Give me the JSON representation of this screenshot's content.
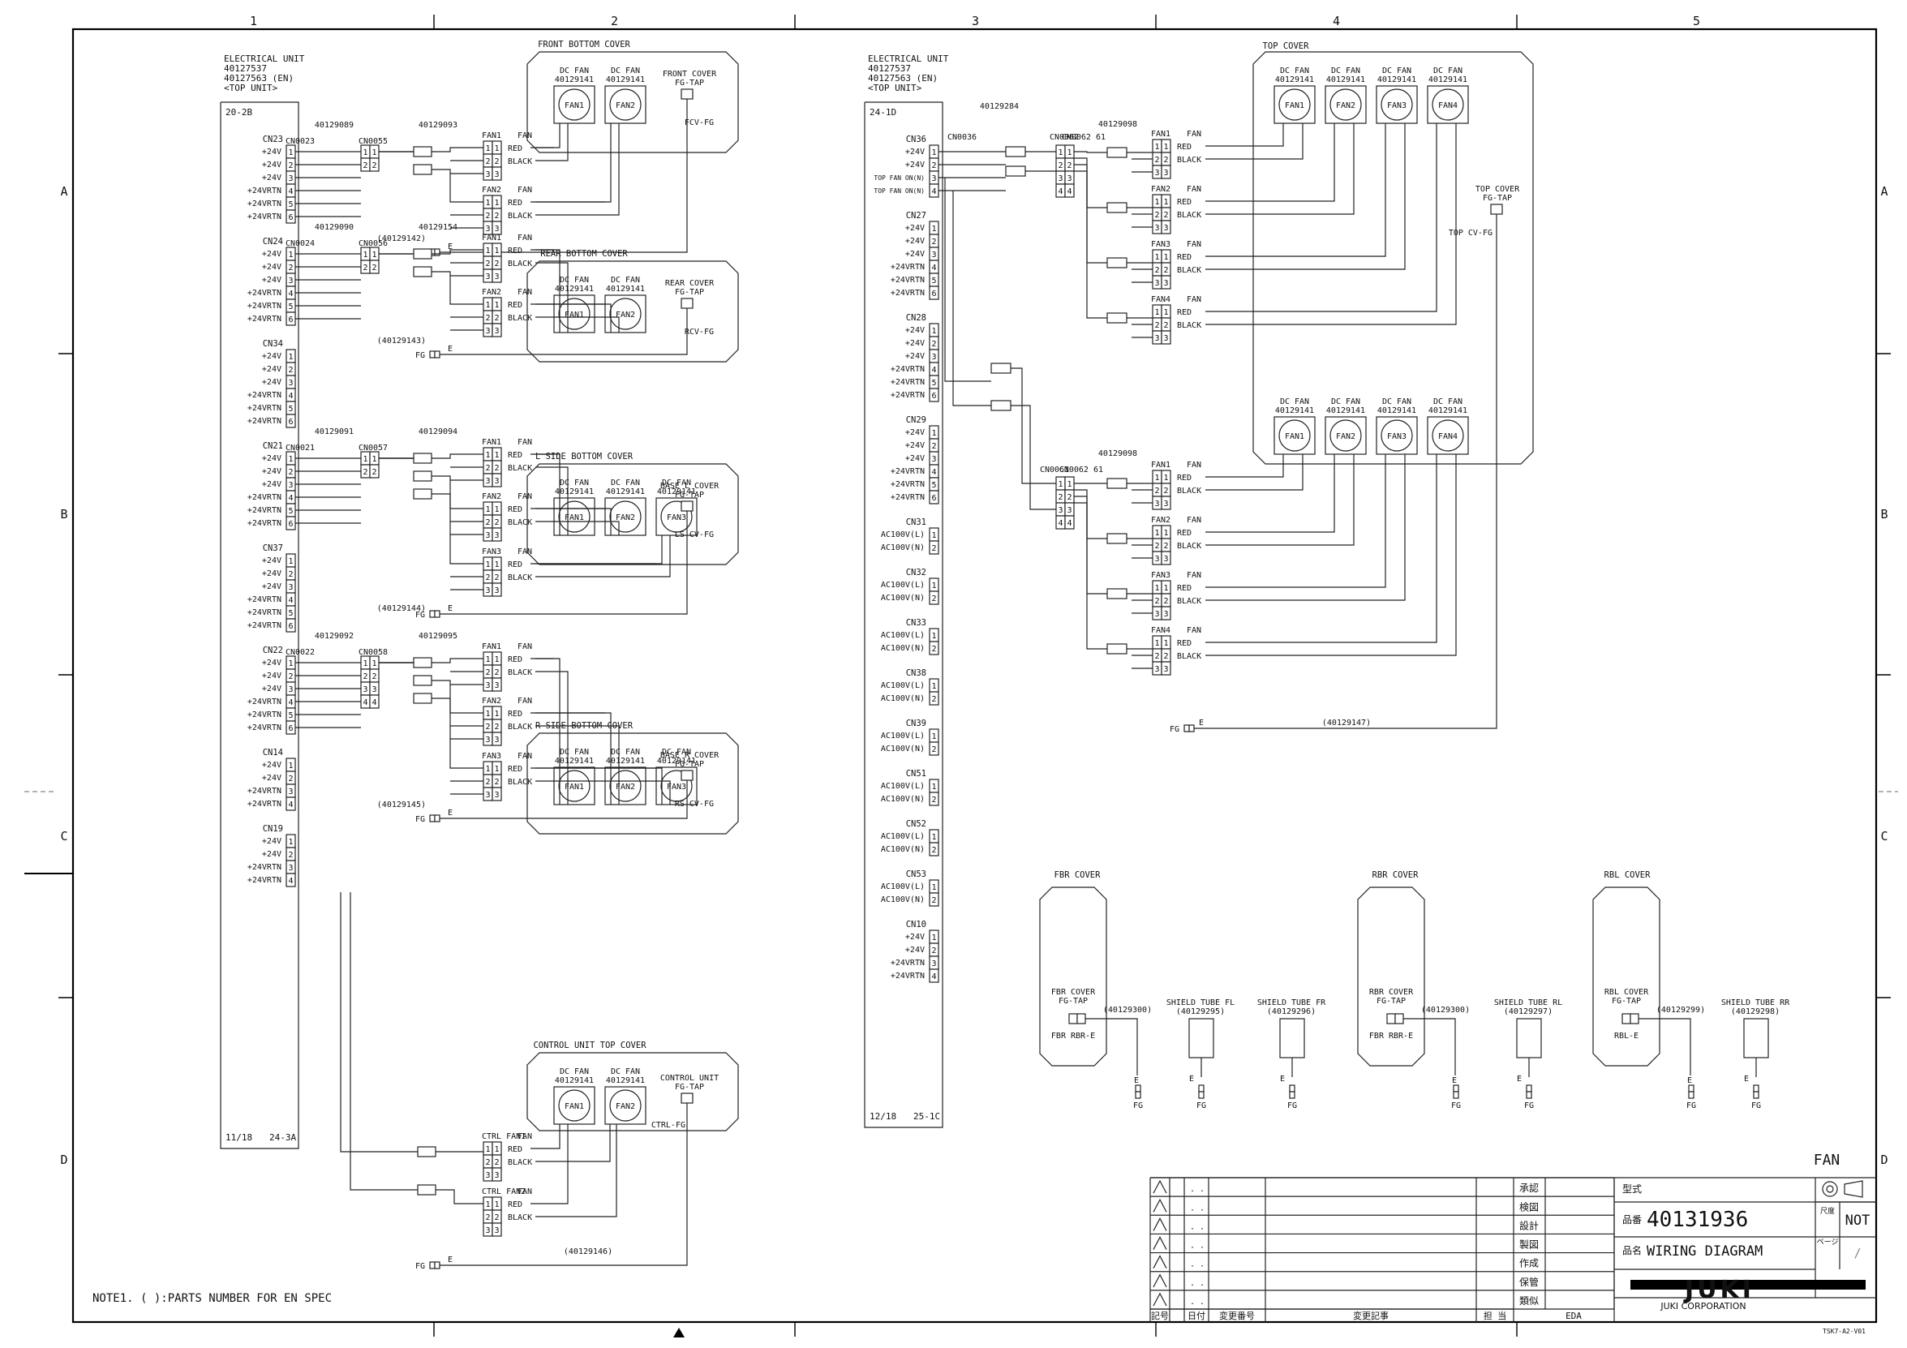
{
  "drawing": {
    "title": "FAN",
    "note": "NOTE1. ( ):PARTS NUMBER FOR EN SPEC",
    "zones_h": [
      "1",
      "2",
      "3",
      "4",
      "5"
    ],
    "zones_v": [
      "A",
      "B",
      "C",
      "D"
    ],
    "code": "TSK7-A2-V01"
  },
  "units": [
    {
      "title": "ELECTRICAL UNIT",
      "pn1": "40127537",
      "pn2": "40127563 (EN)",
      "sub": "<TOP UNIT>",
      "ref_top": "20-2B",
      "ref_bottom": "24-3A",
      "page": "11/18"
    },
    {
      "title": "ELECTRICAL UNIT",
      "pn1": "40127537",
      "pn2": "40127563 (EN)",
      "sub": "<TOP UNIT>",
      "ref_top": "24-1D",
      "ref_bottom": "25-1C",
      "page": "12/18"
    }
  ],
  "pins24": [
    "+24V",
    "+24V",
    "+24V",
    "+24VRTN",
    "+24VRTN",
    "+24VRTN"
  ],
  "pins14": [
    "+24V",
    "+24V",
    "+24VRTN",
    "+24VRTN"
  ],
  "pinsTop": [
    "+24V",
    "+24V",
    "TOP FAN ON(N)",
    "TOP FAN ON(N)"
  ],
  "pinsAC": [
    "AC100V(L)",
    "AC100V(N)"
  ],
  "left_connectors": [
    {
      "cn": "CN23",
      "type": "6"
    },
    {
      "cn": "CN24",
      "type": "6"
    },
    {
      "cn": "CN34",
      "type": "6"
    },
    {
      "cn": "CN21",
      "type": "6"
    },
    {
      "cn": "CN37",
      "type": "6"
    },
    {
      "cn": "CN22",
      "type": "6"
    },
    {
      "cn": "CN14",
      "type": "4"
    },
    {
      "cn": "CN19",
      "type": "4"
    }
  ],
  "right_connectors": [
    {
      "cn": "CN36",
      "type": "top"
    },
    {
      "cn": "CN27",
      "type": "6"
    },
    {
      "cn": "CN28",
      "type": "6"
    },
    {
      "cn": "CN29",
      "type": "6"
    },
    {
      "cn": "CN31",
      "type": "ac"
    },
    {
      "cn": "CN32",
      "type": "ac"
    },
    {
      "cn": "CN33",
      "type": "ac"
    },
    {
      "cn": "CN38",
      "type": "ac"
    },
    {
      "cn": "CN39",
      "type": "ac"
    },
    {
      "cn": "CN51",
      "type": "ac"
    },
    {
      "cn": "CN52",
      "type": "ac"
    },
    {
      "cn": "CN53",
      "type": "ac"
    },
    {
      "cn": "CN10",
      "type": "4"
    }
  ],
  "cables": [
    {
      "harness": "40129089",
      "cn1": "CN0023",
      "cn2": "CN0055",
      "pn": "40129093"
    },
    {
      "harness": "40129090",
      "cn1": "CN0024",
      "cn2": "CN0056",
      "pn": "40129154"
    },
    {
      "harness": "40129091",
      "cn1": "CN0021",
      "cn2": "CN0057",
      "pn": "40129094"
    },
    {
      "harness": "40129092",
      "cn1": "CN0022",
      "cn2": "CN0058",
      "pn": "40129095"
    }
  ],
  "covers": [
    {
      "title": "FRONT BOTTOM COVER",
      "tap1": "FRONT COVER",
      "tap2": "FG-TAP",
      "fg": "FCV-FG",
      "ref": "(40129142)"
    },
    {
      "title": "REAR BOTTOM COVER",
      "tap1": "REAR COVER",
      "tap2": "FG-TAP",
      "fg": "RCV-FG",
      "ref": "(40129143)"
    },
    {
      "title": "L SIDE BOTTOM COVER",
      "tap1": "BASE L COVER",
      "tap2": "FG-TAP",
      "fg": "LS CV-FG",
      "ref": "(40129144)"
    },
    {
      "title": "R SIDE BOTTOM COVER",
      "tap1": "BASE R COVER",
      "tap2": "FG-TAP",
      "fg": "RS CV-FG",
      "ref": "(40129145)"
    },
    {
      "title": "CONTROL UNIT TOP COVER",
      "tap1": "CONTROL UNIT",
      "tap2": "FG-TAP",
      "fg": "CTRL-FG",
      "ref": "(40129146)"
    }
  ],
  "fan": {
    "label": "DC FAN",
    "pn": "40129141"
  },
  "fan_names": [
    "FAN1",
    "FAN2",
    "FAN3",
    "FAN4"
  ],
  "fan_conn": [
    "FAN1",
    "FAN2",
    "FAN3",
    "FAN4"
  ],
  "ctrl_conn": [
    "CTRL FAN1",
    "CTRL FAN2"
  ],
  "fan_word": "FAN",
  "wire_red": "RED",
  "wire_black": "BLACK",
  "fg": "FG",
  "e": "E",
  "top": {
    "title": "TOP COVER",
    "harness": "40129284",
    "pn": "40129098",
    "cn_a": "CN0036",
    "cn_b1": "CN0062",
    "cn_b2": "CN0061",
    "cn_c": "CN0062 61",
    "tap1": "TOP COVER",
    "tap2": "FG-TAP",
    "fg": "TOP CV-FG",
    "ref": "(40129147)"
  },
  "small_covers": [
    {
      "title": "FBR COVER",
      "tap1": "FBR COVER",
      "tap2": "FG-TAP",
      "fg": "FBR RBR-E",
      "ref": "(40129300)",
      "tube1": "SHIELD TUBE FL",
      "tube1ref": "(40129295)",
      "tube2": "SHIELD TUBE FR",
      "tube2ref": "(40129296)"
    },
    {
      "title": "RBR COVER",
      "tap1": "RBR COVER",
      "tap2": "FG-TAP",
      "fg": "FBR RBR-E",
      "ref": "(40129300)",
      "tube1": "SHIELD TUBE RL",
      "tube1ref": "(40129297)"
    },
    {
      "title": "RBL COVER",
      "tap1": "RBL COVER",
      "tap2": "FG-TAP",
      "fg": "RBL-E",
      "ref": "(40129299)",
      "tube1": "SHIELD TUBE RR",
      "tube1ref": "(40129298)"
    }
  ],
  "title_block": {
    "headers": [
      "記号",
      "日付",
      "変更番号",
      "変更記事",
      "担 当"
    ],
    "dots": ". .",
    "roles": [
      "承認",
      "検図",
      "設計",
      "製図",
      "作成",
      "保管",
      "類似"
    ],
    "eda": "EDA",
    "model_label": "型式",
    "part_label": "品番",
    "part_no": "40131936",
    "name_label": "品名",
    "name": "WIRING DIAGRAM",
    "scale_label": "尺度",
    "page_label": "ページ",
    "scale": "NOT",
    "page": "/",
    "brand": "JUKI",
    "brand_sub": "JUKI CORPORATION"
  }
}
